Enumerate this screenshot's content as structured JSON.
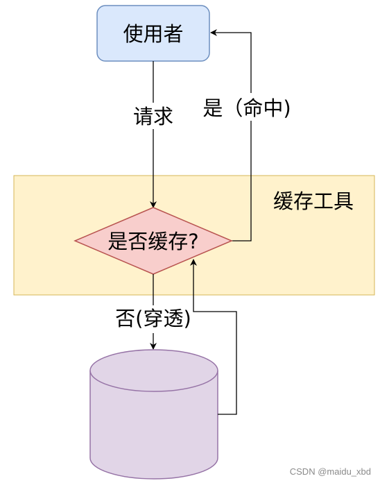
{
  "nodes": {
    "user": {
      "label": "使用者",
      "fill": "#dae8fc",
      "stroke": "#6c8ebf"
    },
    "cache_tool": {
      "label": "缓存工具",
      "fill": "#fff2cc",
      "stroke": "#d6b656"
    },
    "decision": {
      "label": "是否缓存?",
      "fill": "#f8cecc",
      "stroke": "#b85450"
    },
    "database": {
      "label": "",
      "fill": "#e1d5e7",
      "stroke": "#9673a6"
    }
  },
  "edges": {
    "request": {
      "label": "请求"
    },
    "hit": {
      "label": "是（命中)"
    },
    "miss": {
      "label": "否(穿透)"
    }
  },
  "watermark": "CSDN @maidu_xbd"
}
